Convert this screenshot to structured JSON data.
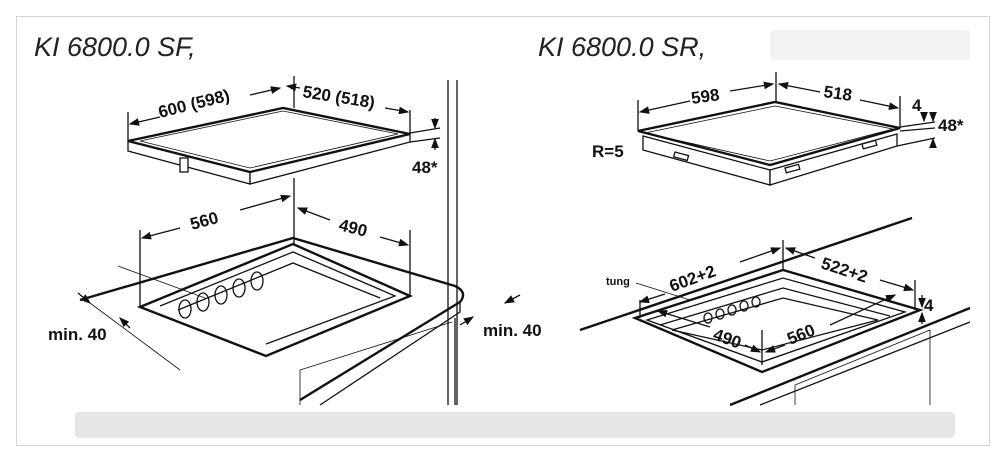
{
  "left": {
    "title": "KI 6800.0 SF,",
    "hob_width": "600 (598)",
    "hob_depth": "520 (518)",
    "hob_height": "48*",
    "cutout_width": "560",
    "cutout_depth": "490",
    "min_front": "min. 40",
    "min_side": "min. 40"
  },
  "right": {
    "title": "KI 6800.0 SR,",
    "hob_width": "598",
    "hob_depth": "518",
    "radius": "R=5",
    "frame_height": "4",
    "hob_height": "48*",
    "rebate_width": "602+2",
    "rebate_depth": "522+2",
    "rebate_depth_4": "4",
    "cutout_depth": "490",
    "cutout_width": "560",
    "partial_label": "tung"
  }
}
